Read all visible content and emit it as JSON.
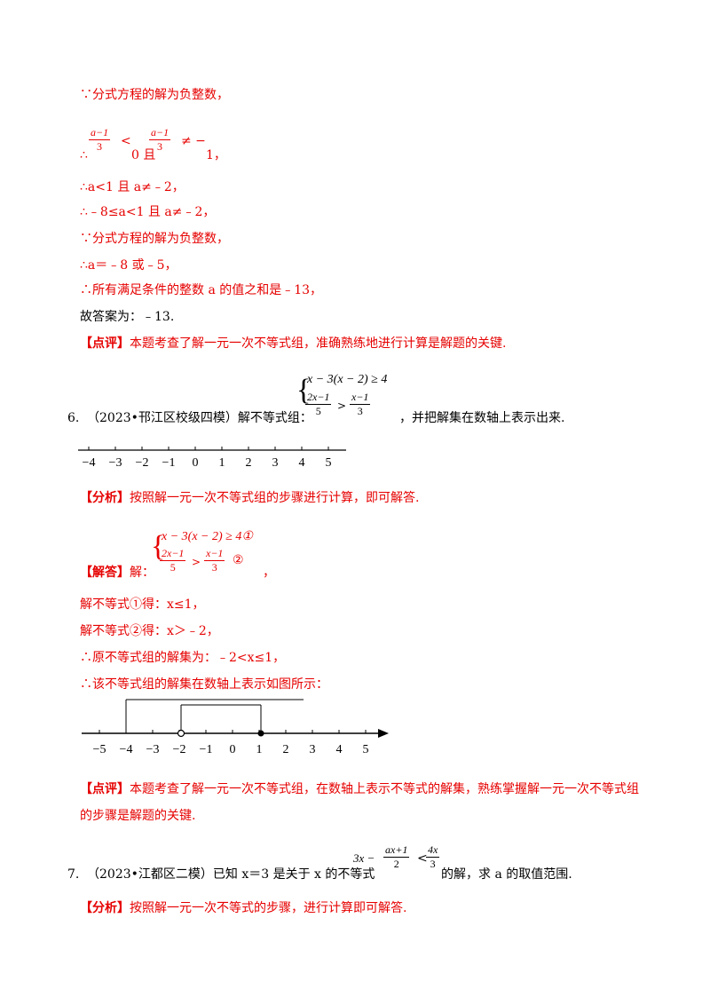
{
  "lines": {
    "l1": "∵分式方程的解为负整数，",
    "l2a": "∴",
    "l2b": "0 且",
    "l2c": "1，",
    "l2_frac1_num": "a−1",
    "l2_frac1_den": "3",
    "l2_lt": "<",
    "l2_frac2_num": "a−1",
    "l2_frac2_den": "3",
    "l2_ne": "≠ −",
    "l3": "∴a<1 且 a≠﹣2，",
    "l4": "∴﹣8≤a<1 且 a≠﹣2，",
    "l5": "∵分式方程的解为负整数，",
    "l6": "∴a＝﹣8 或﹣5，",
    "l7": "∴所有满足条件的整数 a 的值之和是﹣13，",
    "l8": "故答案为：﹣13.",
    "l9_tag": "【点评】",
    "l9": "本题考查了解一元一次不等式组，准确熟练地进行计算是解题的关键."
  },
  "q6": {
    "number": "6.",
    "source": "（2023•邗江区校级四模）解不等式组：",
    "tail": "，并把解集在数轴上表示出来.",
    "sys_line1": "x − 3(x − 2) ≥ 4",
    "sys_frac1_num": "2x−1",
    "sys_frac1_den": "5",
    "sys_gt": ">",
    "sys_frac2_num": "x−1",
    "sys_frac2_den": "3",
    "axis_ticks": [
      "−4",
      "−3",
      "−2",
      "−1",
      "0",
      "1",
      "2",
      "3",
      "4",
      "5"
    ],
    "analysis_tag": "【分析】",
    "analysis": "按照解一元一次不等式组的步骤进行计算，即可解答.",
    "answer_tag": "【解答】",
    "answer": "解：",
    "ans_sys_line1": "x − 3(x − 2) ≥ 4①",
    "ans_sys_gt": ">",
    "ans_sys_frac1_num": "2x−1",
    "ans_sys_frac1_den": "5",
    "ans_sys_frac2_num": "x−1",
    "ans_sys_frac2_den": "3",
    "ans_sys_mark2": "②",
    "ans_tail": "，",
    "s1": "解不等式①得：x≤1，",
    "s2": "解不等式②得：x＞﹣2，",
    "s3": "∴原不等式组的解集为：﹣2<x≤1，",
    "s4": "∴该不等式组的解集在数轴上表示如图所示：",
    "axis2_ticks": [
      "−5",
      "−4",
      "−3",
      "−2",
      "−1",
      "0",
      "1",
      "2",
      "3",
      "4",
      "5"
    ],
    "comment_tag": "【点评】",
    "comment1": "本题考查了解一元一次不等式组，在数轴上表示不等式的解集，熟练掌握解一元一次不等式组",
    "comment2": "的步骤是解题的关键."
  },
  "q7": {
    "number": "7.",
    "source": "（2023•江都区二模）已知 x＝3 是关于 x 的不等式",
    "ineq_lead": "3x −",
    "frac1_num": "ax+1",
    "frac1_den": "2",
    "lt": "<",
    "frac2_num": "4x",
    "frac2_den": "3",
    "tail": "的解，求 a 的取值范围.",
    "analysis_tag": "【分析】",
    "analysis": "按照解一元一次不等式的步骤，进行计算即可解答."
  },
  "colors": {
    "answer_red": "#e60000",
    "text": "#000000"
  }
}
